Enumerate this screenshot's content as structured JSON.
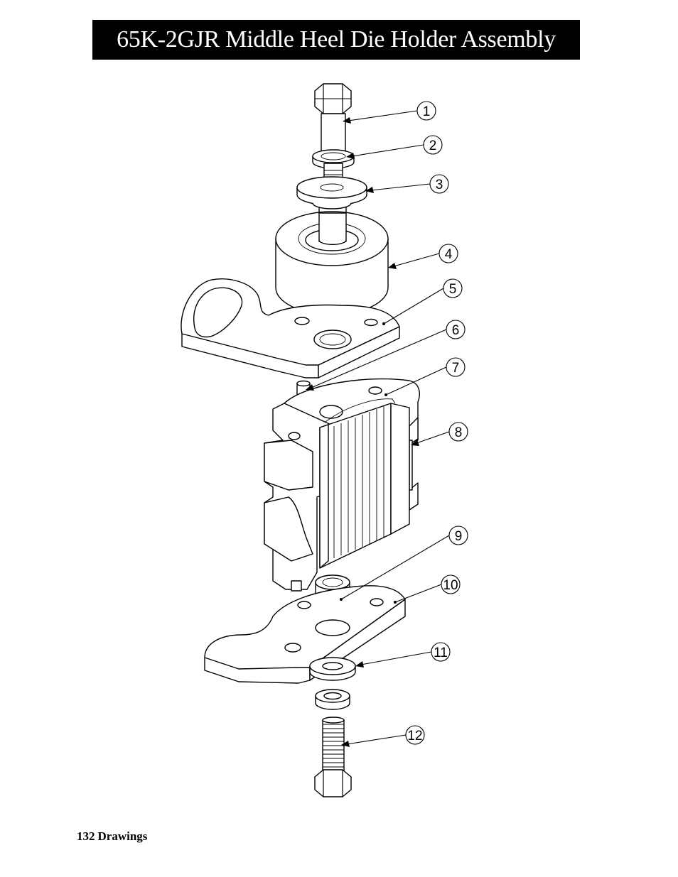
{
  "title": "65K-2GJR Middle Heel Die Holder Assembly",
  "footer": {
    "page_number": "132",
    "section": "Drawings"
  },
  "callouts": [
    "1",
    "2",
    "3",
    "4",
    "5",
    "6",
    "7",
    "8",
    "9",
    "10",
    "11",
    "12"
  ]
}
